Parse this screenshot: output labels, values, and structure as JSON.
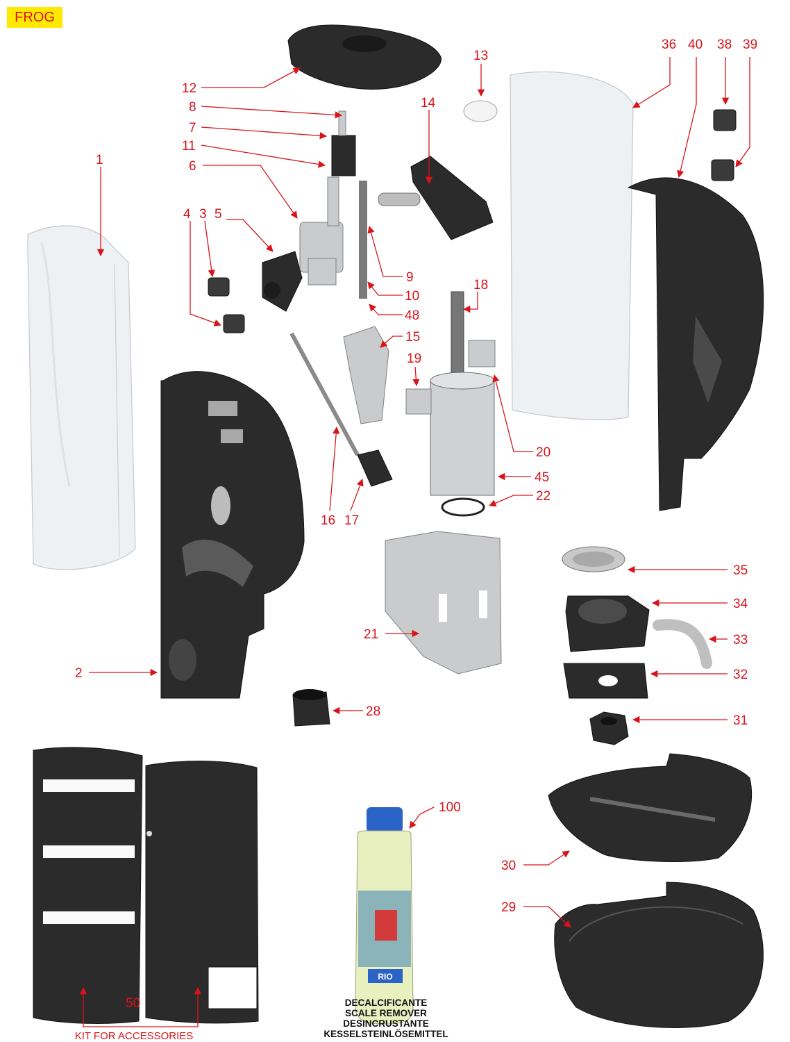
{
  "header": {
    "model_tag": "FROG"
  },
  "part_numbers": [
    "1",
    "2",
    "3",
    "4",
    "5",
    "6",
    "7",
    "8",
    "9",
    "10",
    "11",
    "12",
    "13",
    "14",
    "15",
    "16",
    "17",
    "18",
    "19",
    "20",
    "21",
    "22",
    "28",
    "29",
    "30",
    "31",
    "32",
    "33",
    "34",
    "35",
    "36",
    "38",
    "39",
    "40",
    "45",
    "48",
    "50",
    "100"
  ],
  "captions": {
    "kit_50": "KIT FOR ACCESSORIES",
    "bottle_label": "RIO",
    "bottle_lines": [
      "DECALCIFICANTE",
      "SCALE REMOVER",
      "DESINCRUSTANTE",
      "KESSELSTEINLÖSEMITTEL"
    ]
  },
  "colors": {
    "callout_red": "#d8141a",
    "tag_yellow": "#ffe900",
    "part_dark": "#2b2b2b",
    "part_glass": "#eef1f4"
  }
}
